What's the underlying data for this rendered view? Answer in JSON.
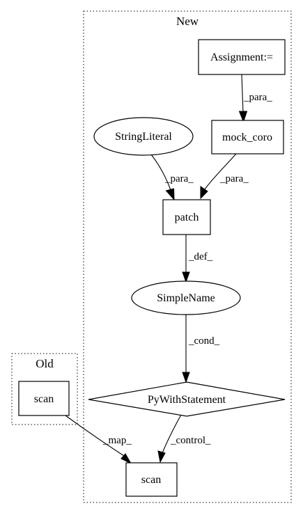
{
  "clusters": {
    "new": {
      "label": "New"
    },
    "old": {
      "label": "Old"
    }
  },
  "nodes": {
    "assignment": {
      "label": "Assignment:=",
      "shape": "box"
    },
    "string_literal": {
      "label": "StringLiteral",
      "shape": "ellipse"
    },
    "mock_coro": {
      "label": "mock_coro",
      "shape": "box"
    },
    "patch": {
      "label": "patch",
      "shape": "box"
    },
    "simple_name": {
      "label": "SimpleName",
      "shape": "ellipse"
    },
    "py_with_statement": {
      "label": "PyWithStatement",
      "shape": "diamond"
    },
    "scan_new": {
      "label": "scan",
      "shape": "box"
    },
    "scan_old": {
      "label": "scan",
      "shape": "box"
    }
  },
  "edges": {
    "assignment_to_mock_coro": {
      "from": "Assignment:=",
      "to": "mock_coro",
      "label": "_para_"
    },
    "string_literal_to_patch": {
      "from": "StringLiteral",
      "to": "patch",
      "label": "_para_"
    },
    "mock_coro_to_patch": {
      "from": "mock_coro",
      "to": "patch",
      "label": "_para_"
    },
    "patch_to_simple_name": {
      "from": "patch",
      "to": "SimpleName",
      "label": "_def_"
    },
    "simple_name_to_with": {
      "from": "SimpleName",
      "to": "PyWithStatement",
      "label": "_cond_"
    },
    "with_to_scan": {
      "from": "PyWithStatement",
      "to": "scan",
      "label": "_control_"
    },
    "old_scan_to_new_scan": {
      "from": "scan",
      "to": "scan",
      "label": "_map_"
    }
  }
}
